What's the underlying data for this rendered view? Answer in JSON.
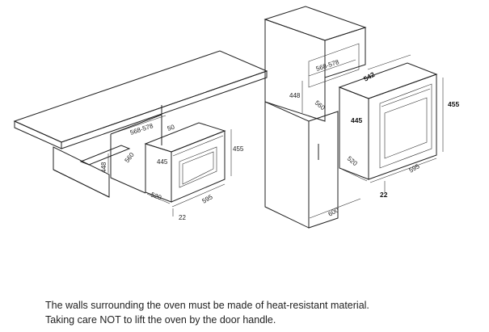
{
  "left_figure": {
    "labels": {
      "width_range": "568-578",
      "top_gap": "50",
      "depth_cutout": "560",
      "height_cutout": "448",
      "oven_depth": "445",
      "oven_height": "455",
      "door_depth": "520",
      "front_width": "595",
      "panel_offset": "22"
    }
  },
  "right_figure": {
    "labels": {
      "width_range": "568-578",
      "height_cutout": "448",
      "depth_cutout": "560",
      "top_depth": "542",
      "oven_depth": "445",
      "oven_height": "455",
      "door_depth": "520",
      "front_width": "595",
      "panel_offset": "22",
      "cabinet_width": "600"
    }
  },
  "notes": [
    "The walls surrounding the oven must be made of heat-resistant material.",
    "Taking care NOT to lift the oven by the door handle."
  ]
}
